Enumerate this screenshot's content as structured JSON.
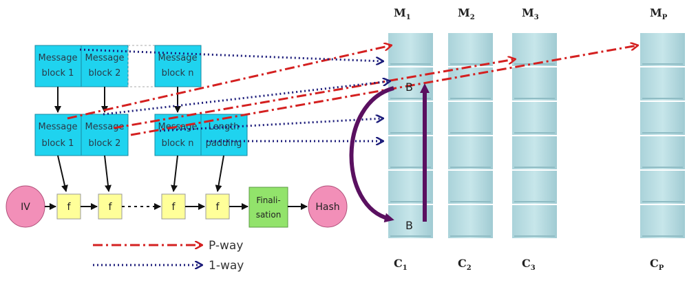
{
  "top_blocks": [
    {
      "line1": "Message",
      "line2": "block 1"
    },
    {
      "line1": "Message",
      "line2": "block 2"
    },
    {
      "line1": "Message",
      "line2": "block n"
    }
  ],
  "mid_blocks": [
    {
      "line1": "Message",
      "line2": "block 1"
    },
    {
      "line1": "Message",
      "line2": "block 2"
    },
    {
      "line1": "Message",
      "line2": "block n"
    },
    {
      "line1": "Length",
      "line2": "padding"
    }
  ],
  "chain": {
    "iv": "IV",
    "f": "f",
    "finalisation_line1": "Finali-",
    "finalisation_line2": "sation",
    "hash": "Hash"
  },
  "columns": [
    {
      "top": "M",
      "top_sub": "1",
      "bottom": "C",
      "bottom_sub": "1"
    },
    {
      "top": "M",
      "top_sub": "2",
      "bottom": "C",
      "bottom_sub": "2"
    },
    {
      "top": "M",
      "top_sub": "3",
      "bottom": "C",
      "bottom_sub": "3"
    },
    {
      "top": "M",
      "top_sub": "P",
      "bottom": "C",
      "bottom_sub": "P"
    }
  ],
  "b_label": "B",
  "legend": [
    {
      "label": "P-way",
      "style": "dash-dot",
      "color": "#d42020"
    },
    {
      "label": "1-way",
      "style": "dotted",
      "color": "#1c1c7a"
    }
  ],
  "colors": {
    "block_fill": "#1fd3ef",
    "f_fill": "#ffff99",
    "iv_fill": "#f28fb8",
    "finalisation_fill": "#92e36b",
    "column_fill": "#bfe0e6",
    "arc_color": "#5a1060"
  }
}
